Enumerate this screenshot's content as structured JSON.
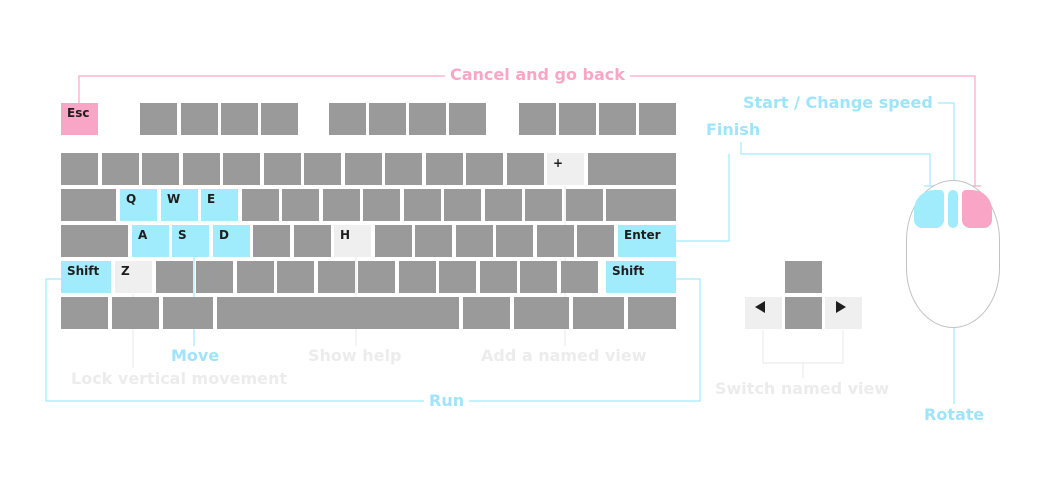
{
  "colors": {
    "pink": "#f9a6c6",
    "cyan": "#a0ecfd",
    "grey_key": "#9a9a9a",
    "light_key": "#efefef",
    "faint_text": "#ececec"
  },
  "keys": {
    "esc": "Esc",
    "plus": "+",
    "q": "Q",
    "w": "W",
    "e": "E",
    "a": "A",
    "s": "S",
    "d": "D",
    "h": "H",
    "enter": "Enter",
    "shift_left": "Shift",
    "z": "Z",
    "shift_right": "Shift"
  },
  "arrow_keys": {
    "left_icon": "arrow-left-icon",
    "right_icon": "arrow-right-icon"
  },
  "mouse": {
    "left_button": "left-mouse-button",
    "wheel": "mouse-wheel",
    "right_button": "right-mouse-button"
  },
  "labels": {
    "cancel": "Cancel and go back",
    "start_speed": "Start / Change speed",
    "finish": "Finish",
    "move": "Move",
    "show_help": "Show help",
    "add_view": "Add a named view",
    "lock_vertical": "Lock vertical movement",
    "run": "Run",
    "switch_view": "Switch named view",
    "rotate": "Rotate"
  }
}
